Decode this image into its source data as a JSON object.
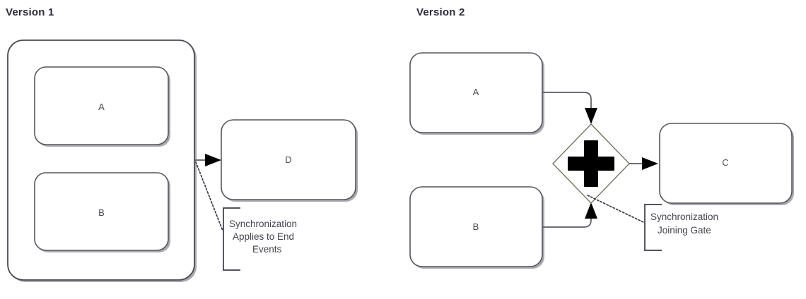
{
  "diagram": {
    "title_left": "Version 1",
    "title_right": "Version 2",
    "background_color": "#ffffff",
    "line_color": "#5a5a64",
    "text_color": "#44444f",
    "gateway_color": "#000000"
  },
  "version1": {
    "title": "Version 1",
    "container": {
      "name": "sub-process-pool"
    },
    "nodes": [
      {
        "id": "A",
        "label": "A"
      },
      {
        "id": "B",
        "label": "B"
      },
      {
        "id": "D",
        "label": "D"
      }
    ],
    "annotation": {
      "lines": [
        "Synchronization",
        "Applies to End",
        "Events"
      ],
      "line1": "Synchronization",
      "line2": "Applies to End",
      "line3": "Events"
    }
  },
  "version2": {
    "title": "Version 2",
    "nodes": [
      {
        "id": "A",
        "label": "A"
      },
      {
        "id": "B",
        "label": "B"
      },
      {
        "id": "C",
        "label": "C"
      }
    ],
    "gateway": {
      "type": "parallel-join",
      "symbol": "+"
    },
    "annotation": {
      "lines": [
        "Synchronization",
        "Joining Gate"
      ],
      "line1": "Synchronization",
      "line2": "Joining Gate"
    }
  }
}
